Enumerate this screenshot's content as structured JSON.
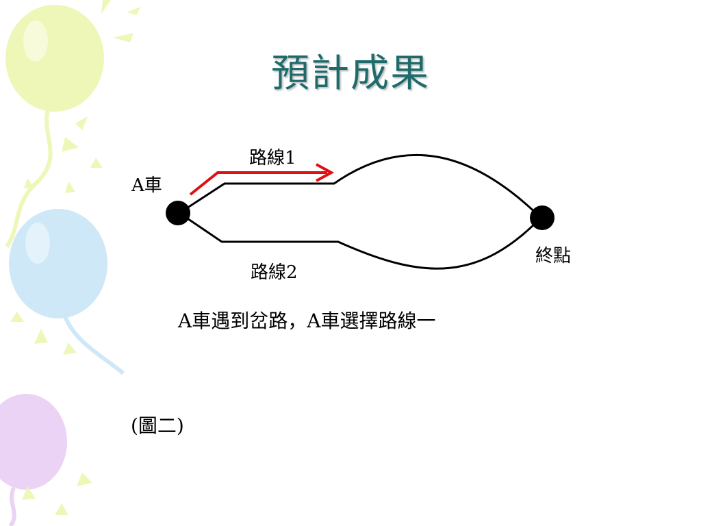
{
  "title": "預計成果",
  "diagram": {
    "car_label": "A車",
    "route1_label": "路線1",
    "route2_label": "路線2",
    "end_label": "終點",
    "caption": "A車遇到岔路，A車選擇路線一",
    "figure_label": "(圖二)"
  },
  "colors": {
    "title": "#1f6b6b",
    "route_arrow": "#e01010",
    "road": "#000000",
    "balloon_yellow": "#eef7b8",
    "balloon_blue": "#cfe8f7",
    "balloon_purple": "#ead3f5"
  }
}
